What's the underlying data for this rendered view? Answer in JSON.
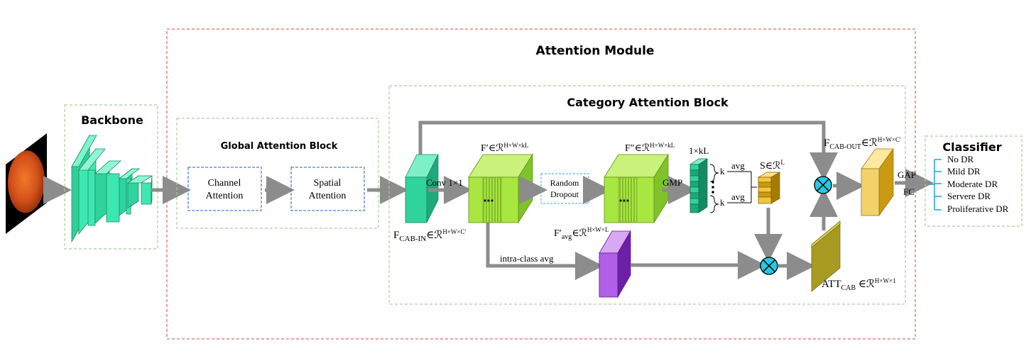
{
  "titles": {
    "attention_module": "Attention Module",
    "backbone": "Backbone",
    "global_block": "Global Attention Block",
    "cab": "Category Attention Block",
    "classifier": "Classifier"
  },
  "modules": {
    "channel_line1": "Channel",
    "channel_line2": "Attention",
    "spatial_line1": "Spatial",
    "spatial_line2": "Attention",
    "dropout_line1": "Random",
    "dropout_line2": "Dropout"
  },
  "labels": {
    "conv": "Conv 1×1",
    "gmp": "GMP",
    "intra_class": "intra-class avg",
    "one_kl": "1×kL",
    "k": "k",
    "avg": "avg",
    "gap": "GAP",
    "fc": "FC"
  },
  "tensors": {
    "f_prime": {
      "main": "F′∈ℛ",
      "sup": "H×W×kL"
    },
    "f_dprime": {
      "main": "F″∈ℛ",
      "sup": "H×W×kL"
    },
    "f_cab_in": {
      "main": "F",
      "sub": "CAB-IN",
      "mid": "∈ℛ",
      "sup": "H×W×C′"
    },
    "f_cab_out": {
      "main": "F",
      "sub": "CAB-OUT",
      "mid": "∈ℛ",
      "sup": "H×W×C′"
    },
    "f_avg": {
      "main": "F′",
      "sub": "avg",
      "mid": "∈ℛ",
      "sup": "H×W×L"
    },
    "s": {
      "main": "S∈ℛ",
      "sup": "L"
    },
    "att": {
      "main": "ATT",
      "sub": "CAB",
      "mid": " ∈ℛ",
      "sup": "H×W×1"
    }
  },
  "classes": [
    "No DR",
    "Mild DR",
    "Moderate DR",
    "Servere DR",
    "Proliferative DR"
  ],
  "colors": {
    "module_border": "#e8837b",
    "block_border": "#a6cf96",
    "inner_box": "#4f7fc9",
    "dropout_box": "#5bb8d9",
    "arrow": "#8c8c8c",
    "backbone": "#3de8b0",
    "cab_in": "#2fd39c",
    "feature": "#a8e640",
    "purple": "#9b3dd6",
    "att": "#c6b83a",
    "out": "#f2d26a",
    "multiply": "#25c9e6",
    "classifier_bracket": "#1da1d8"
  }
}
